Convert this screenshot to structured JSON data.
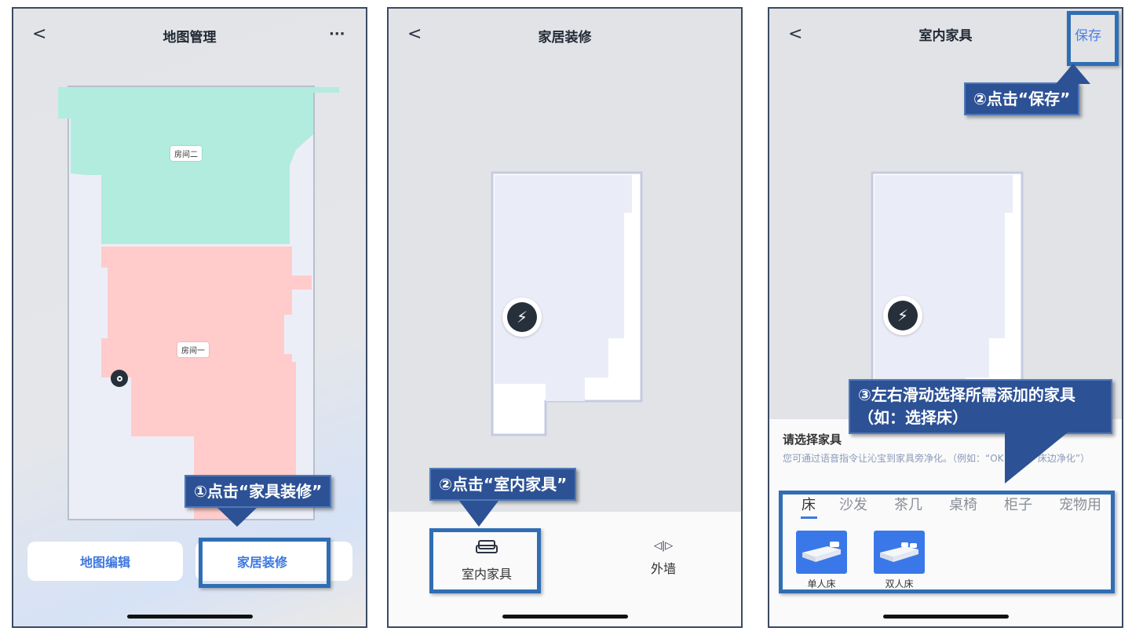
{
  "panel1": {
    "title": "地图管理",
    "back": "<",
    "more": "···",
    "rooms": [
      "房间二",
      "房间一"
    ],
    "buttons": [
      "地图编辑",
      "家居装修"
    ],
    "callout": "①点击“家具装修”"
  },
  "panel2": {
    "title": "家居装修",
    "back": "<",
    "options": [
      {
        "label": "室内家具",
        "icon": "sofa-icon"
      },
      {
        "label": "外墙",
        "icon": "wall-icon"
      }
    ],
    "callout": "②点击“室内家具”"
  },
  "panel3": {
    "title": "室内家具",
    "back": "<",
    "save": "保存",
    "callout_save": "②点击“保存”",
    "callout_select": "③左右滑动选择所需添加的家具（如：选择床）",
    "sheet_title": "请选择家具",
    "sheet_desc": "您可通过语音指令让沁宝到家具旁净化。（例如：“OK YIKO，床边净化”）",
    "tabs": [
      "床",
      "沙发",
      "茶几",
      "桌椅",
      "柜子",
      "宠物用"
    ],
    "items": [
      "单人床",
      "双人床"
    ]
  },
  "colors": {
    "accent": "#3e78e0",
    "callout": "#2c5195",
    "highlight": "#2f6eb4"
  }
}
